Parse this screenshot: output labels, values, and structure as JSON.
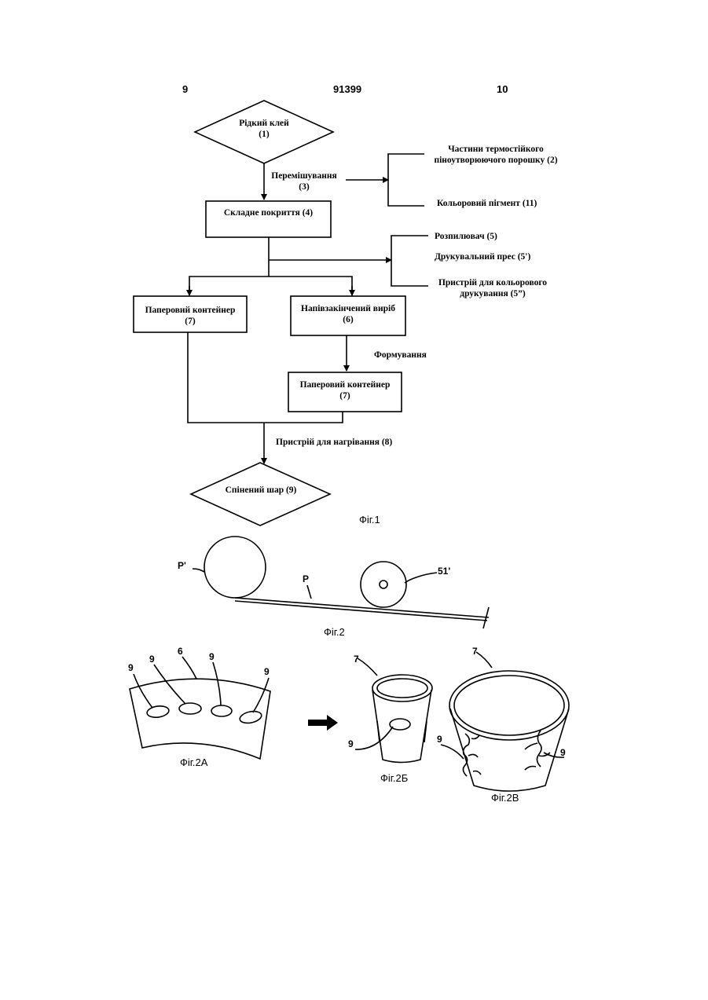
{
  "header": {
    "left_page": "9",
    "doc_number": "91399",
    "right_page": "10"
  },
  "fig1": {
    "liquid_glue": [
      "Рідкий клей",
      "(1)"
    ],
    "mixing": [
      "Перемішування",
      "(3)"
    ],
    "powder": [
      "Частини термостійкого",
      "піноутворюючого порошку (2)"
    ],
    "pigment": "Кольоровий пігмент (11)",
    "composite_coating": "Складне покриття (4)",
    "sprayer": "Розпилювач (5)",
    "printing_press": "Друкувальний прес (5')",
    "color_printer": [
      "Пристрій для кольорового",
      "друкування (5”)"
    ],
    "paper_container_left": [
      "Паперовий контейнер",
      "(7)"
    ],
    "semi_finished": [
      "Напівзакінчений виріб",
      "(6)"
    ],
    "forming": "Формування",
    "paper_container_right": [
      "Паперовий контейнер",
      "(7)"
    ],
    "heater": "Пристрій для нагрівання (8)",
    "foamed_layer": "Спінений шар (9)",
    "caption": "Фіг.1"
  },
  "fig2": {
    "label_roll": "P'",
    "label_strip": "P",
    "label_roller": "51'",
    "caption": "Фіг.2"
  },
  "fig2a": {
    "label_blank": "6",
    "label_hole": "9",
    "caption": "Фіг.2А"
  },
  "fig2b": {
    "label_cup": "7",
    "label_hole": "9",
    "caption": "Фіг.2Б"
  },
  "fig2v": {
    "label_cup": "7",
    "label_decor": "9",
    "caption": "Фіг.2В"
  }
}
